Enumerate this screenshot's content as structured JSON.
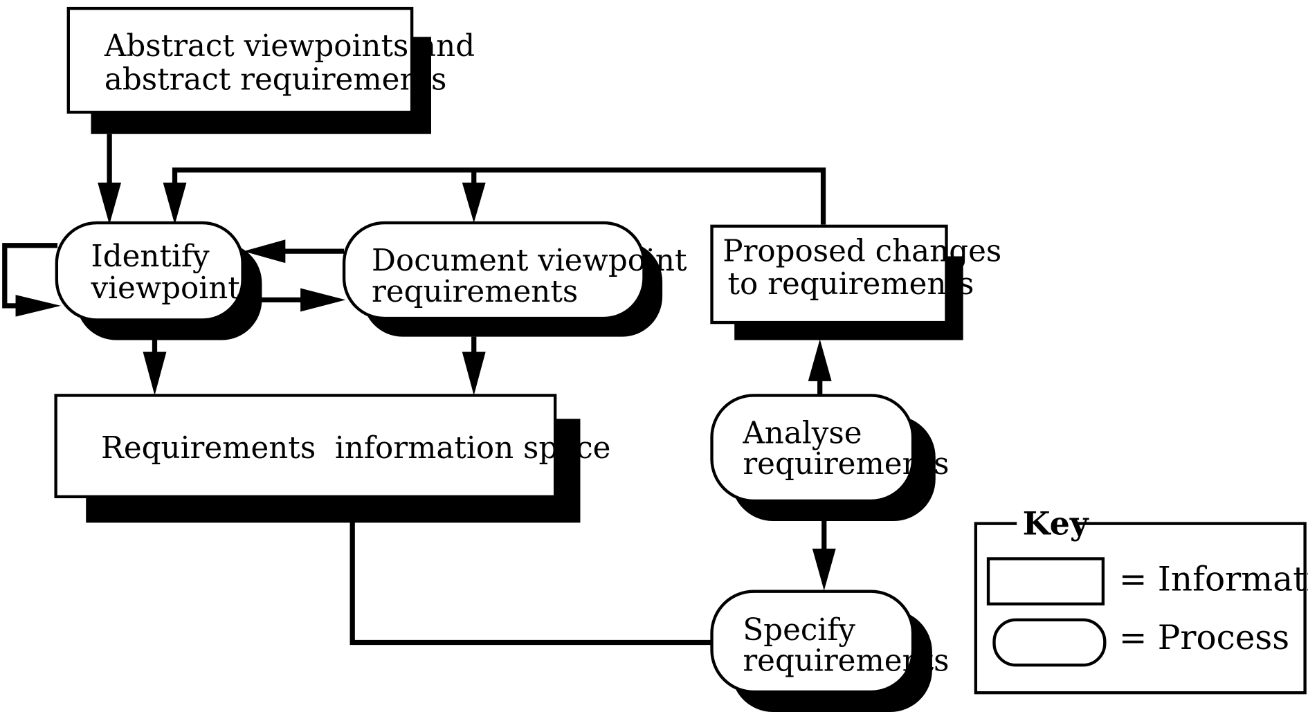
{
  "nodes": {
    "abstract_viewpoints": {
      "kind": "information",
      "lines": [
        "Abstract viewpoints and",
        "abstract requirements"
      ]
    },
    "identify_viewpoint": {
      "kind": "process",
      "lines": [
        "Identify",
        "viewpoint"
      ]
    },
    "document_viewpoint_requirements": {
      "kind": "process",
      "lines": [
        "Document viewpoint",
        "requirements"
      ]
    },
    "proposed_changes": {
      "kind": "information",
      "lines": [
        "Proposed changes",
        "to requirements"
      ]
    },
    "requirements_information_space": {
      "kind": "information",
      "lines": [
        "Requirements  information space"
      ]
    },
    "analyse_requirements": {
      "kind": "process",
      "lines": [
        "Analyse",
        "requirements"
      ]
    },
    "specify_requirements": {
      "kind": "process",
      "lines": [
        "Specify",
        "requirements"
      ]
    }
  },
  "key": {
    "title": "Key",
    "information_label": "= Information",
    "process_label": "= Process"
  },
  "colors": {
    "stroke": "#000000",
    "fill": "#ffffff",
    "shadow": "#000000"
  }
}
